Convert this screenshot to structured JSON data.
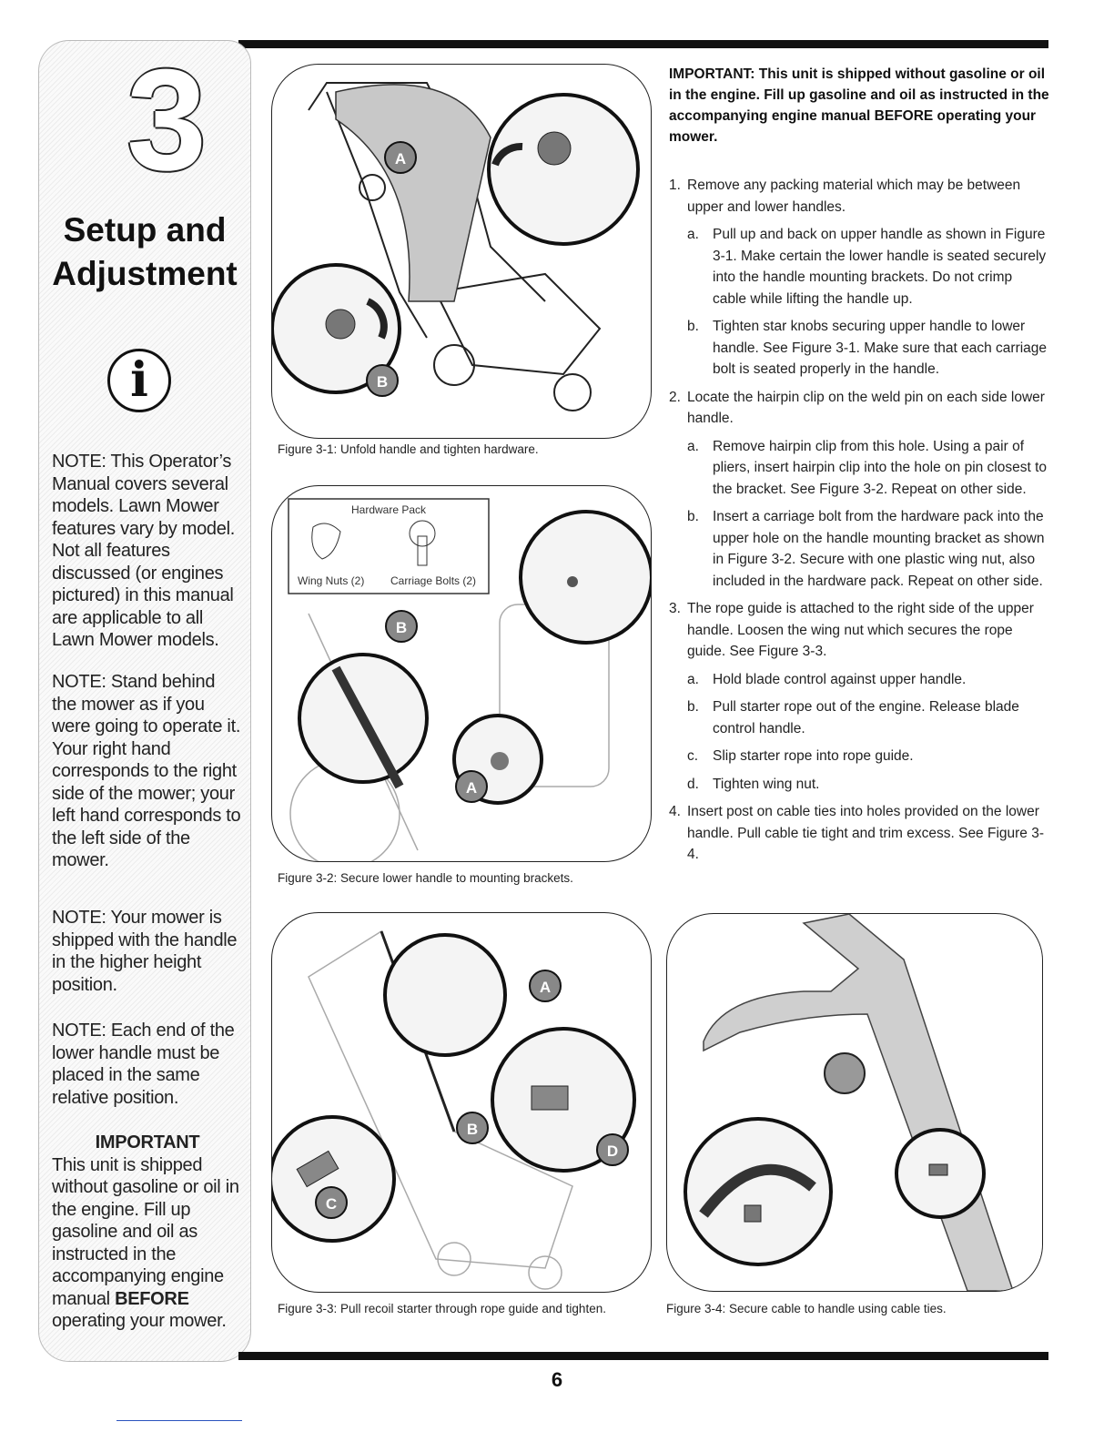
{
  "sidebar": {
    "chapter_number": "3",
    "title_line1": "Setup and",
    "title_line2": "Adjustment",
    "info_icon": "i",
    "notes": [
      "NOTE: This Operator’s Manual covers several models. Lawn Mower features vary by model. Not all features discussed (or engines pictured) in this manual are applicable to all Lawn Mower models.",
      "NOTE: Stand behind the mower as if you were going to operate it. Your right hand corresponds to the right side of the mower; your left hand corresponds to the left side of the mower.",
      "NOTE: Your mower is shipped with the handle in the higher height position.",
      "NOTE: Each end of the lower handle must be placed in the same relative position."
    ],
    "important_heading": "IMPORTANT",
    "important_text_before": "This unit is shipped without gasoline or oil in the engine. Fill up gasoline and oil as instructed in the accompanying engine manual",
    "important_bold_word": "BEFORE",
    "important_text_after": "operating your mower."
  },
  "figures": {
    "fig1": {
      "caption": "Figure 3-1: Unfold handle and tighten hardware.",
      "callouts": [
        "A",
        "B"
      ]
    },
    "fig2": {
      "caption": "Figure 3-2: Secure lower handle to mounting brackets.",
      "hardware_pack_title": "Hardware Pack",
      "wing_nuts_label": "Wing Nuts (2)",
      "carriage_bolts_label": "Carriage Bolts (2)",
      "callouts": [
        "B",
        "A"
      ]
    },
    "fig3": {
      "caption": "Figure 3-3: Pull recoil starter through rope guide and tighten.",
      "callouts": [
        "A",
        "B",
        "C",
        "D"
      ]
    },
    "fig4": {
      "caption": "Figure 3-4: Secure cable to handle using cable ties."
    }
  },
  "main": {
    "important": "IMPORTANT: This unit is shipped without gasoline or oil in the engine. Fill up gasoline and oil as instructed in the accompanying engine manual BEFORE operating your mower.",
    "steps": [
      {
        "num": "1.",
        "text": "Remove any packing material which may be between upper and lower handles.",
        "subs": [
          {
            "num": "a.",
            "text": "Pull up and back on upper handle as shown in Figure 3-1. Make certain the lower handle is seated securely into the handle mounting brackets. Do not crimp cable while lifting the handle up."
          },
          {
            "num": "b.",
            "text": "Tighten star knobs securing upper handle to lower handle. See Figure 3-1. Make sure that each carriage bolt is seated properly in the handle."
          }
        ]
      },
      {
        "num": "2.",
        "text": "Locate the hairpin clip on the weld pin on each side lower handle.",
        "subs": [
          {
            "num": "a.",
            "text": "Remove hairpin clip from this hole. Using a pair of pliers, insert hairpin clip into the hole on pin closest to the bracket. See Figure 3-2. Repeat on other side."
          },
          {
            "num": "b.",
            "text": "Insert a carriage bolt from the hardware pack into the upper hole on the handle mounting bracket as shown in Figure 3-2. Secure with one plastic wing nut, also included in the hardware pack. Repeat on other side."
          }
        ]
      },
      {
        "num": "3.",
        "text": "The rope guide is attached to the right side of the upper handle. Loosen the wing nut which secures the rope guide. See Figure 3-3.",
        "subs": [
          {
            "num": "a.",
            "text": "Hold blade control against upper handle."
          },
          {
            "num": "b.",
            "text": "Pull starter rope out of the engine. Release blade control handle."
          },
          {
            "num": "c.",
            "text": "Slip starter rope into rope guide."
          },
          {
            "num": "d.",
            "text": "Tighten wing nut."
          }
        ]
      },
      {
        "num": "4.",
        "text": "Insert post on cable ties into holes provided on the lower handle. Pull cable tie tight and trim excess. See Figure 3-4.",
        "subs": []
      }
    ]
  },
  "page_number": "6"
}
